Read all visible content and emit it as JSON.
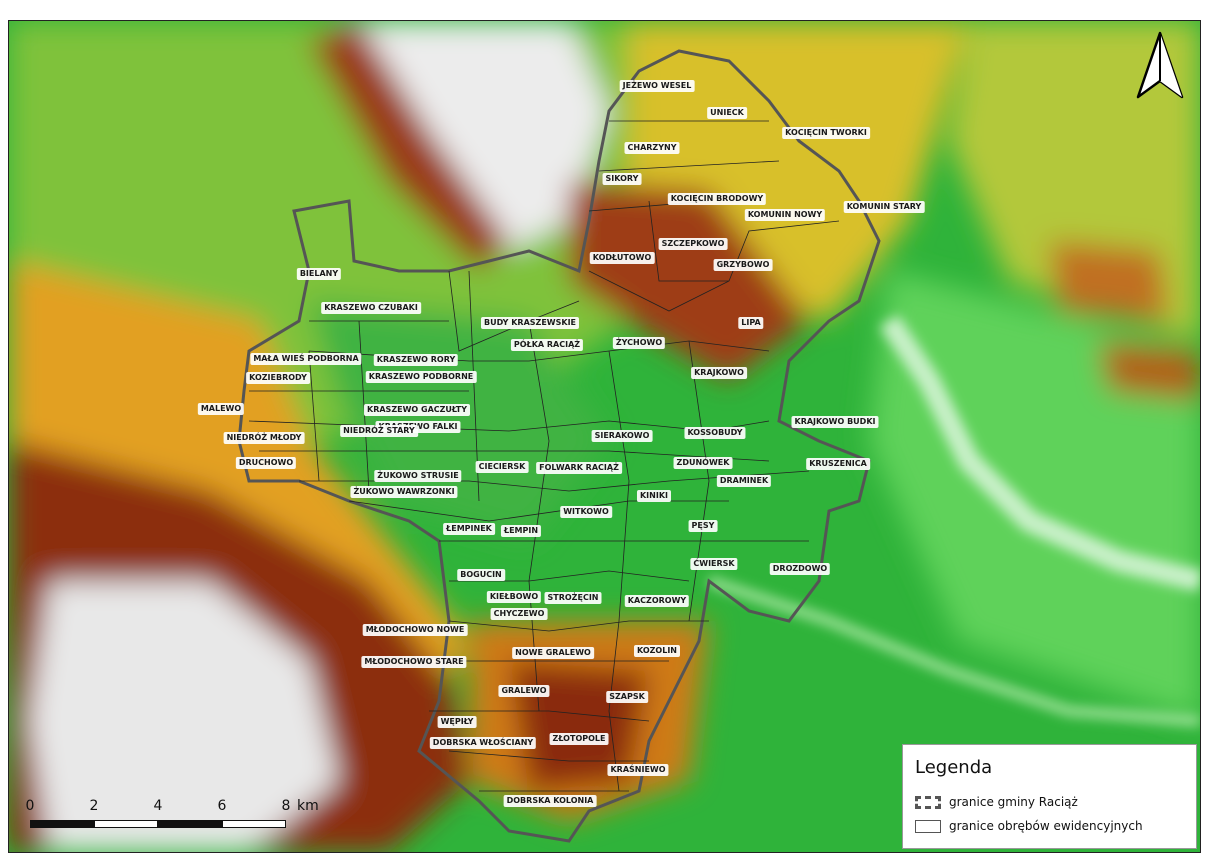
{
  "legend": {
    "title": "Legenda",
    "items": [
      {
        "label": "granice gminy Raciąż",
        "style": "dashed"
      },
      {
        "label": "granice obrębów ewidencyjnych",
        "style": "solid"
      }
    ]
  },
  "scale": {
    "ticks": [
      "0",
      "2",
      "4",
      "6",
      "8"
    ],
    "unit": "km"
  },
  "colors": {
    "low": "#23b23a",
    "mid_green": "#8fce3a",
    "yellow": "#e5c02a",
    "orange": "#d88a1a",
    "brown": "#8e2f0f",
    "high": "#f2f2f2",
    "boundary": "#555555"
  },
  "north_arrow": "north-arrow-icon",
  "obreby": [
    "JEŻEWO WESEL",
    "UNIECK",
    "KOCIĘCIN TWORKI",
    "CHARZYNY",
    "SIKORY",
    "KOCIĘCIN BRODOWY",
    "KOMUNIN NOWY",
    "KOMUNIN STARY",
    "SZCZEPKOWO",
    "KODŁUTOWO",
    "GRZYBOWO",
    "BIELANY",
    "KRASZEWO CZUBAKI",
    "BUDY KRASZEWSKIE",
    "LIPA",
    "PÓŁKA RACIĄŻ",
    "ŻYCHOWO",
    "MAŁA WIEŚ PODBORNA",
    "KRASZEWO RORY",
    "KRASZEWO PODBORNE",
    "KOZIEBRODY",
    "KRAJKOWO",
    "KRASZEWO GACZUŁTY",
    "MALEWO",
    "KRASZEWO FALKI",
    "NIEDRÓŻ STARY",
    "KRAJKOWO BUDKI",
    "NIEDRÓŻ MŁODY",
    "SIERAKOWO",
    "KOSSOBUDY",
    "DRUCHOWO",
    "ŻUKOWO STRUSIE",
    "CIECIERSK",
    "FOLWARK RACIĄŻ",
    "ZDUNÓWEK",
    "KRUSZENICA",
    "DRAMINEK",
    "ŻUKOWO WAWRZONKI",
    "KINIKI",
    "WITKOWO",
    "ŁEMPINEK",
    "ŁEMPIN",
    "PĘSY",
    "ĆWIERSK",
    "DROZDOWO",
    "BOGUCIN",
    "KIEŁBOWO",
    "STROŻĘCIN",
    "KACZOROWY",
    "CHYCZEWO",
    "MŁODOCHOWO NOWE",
    "KOZOLIN",
    "NOWE GRALEWO",
    "MŁODOCHOWO STARE",
    "GRALEWO",
    "SZAPSK",
    "WĘPIŁY",
    "DOBRSKA WŁOŚCIANY",
    "ZŁOTOPOLE",
    "KRAŚNIEWO",
    "DOBRSKA KOLONIA"
  ]
}
